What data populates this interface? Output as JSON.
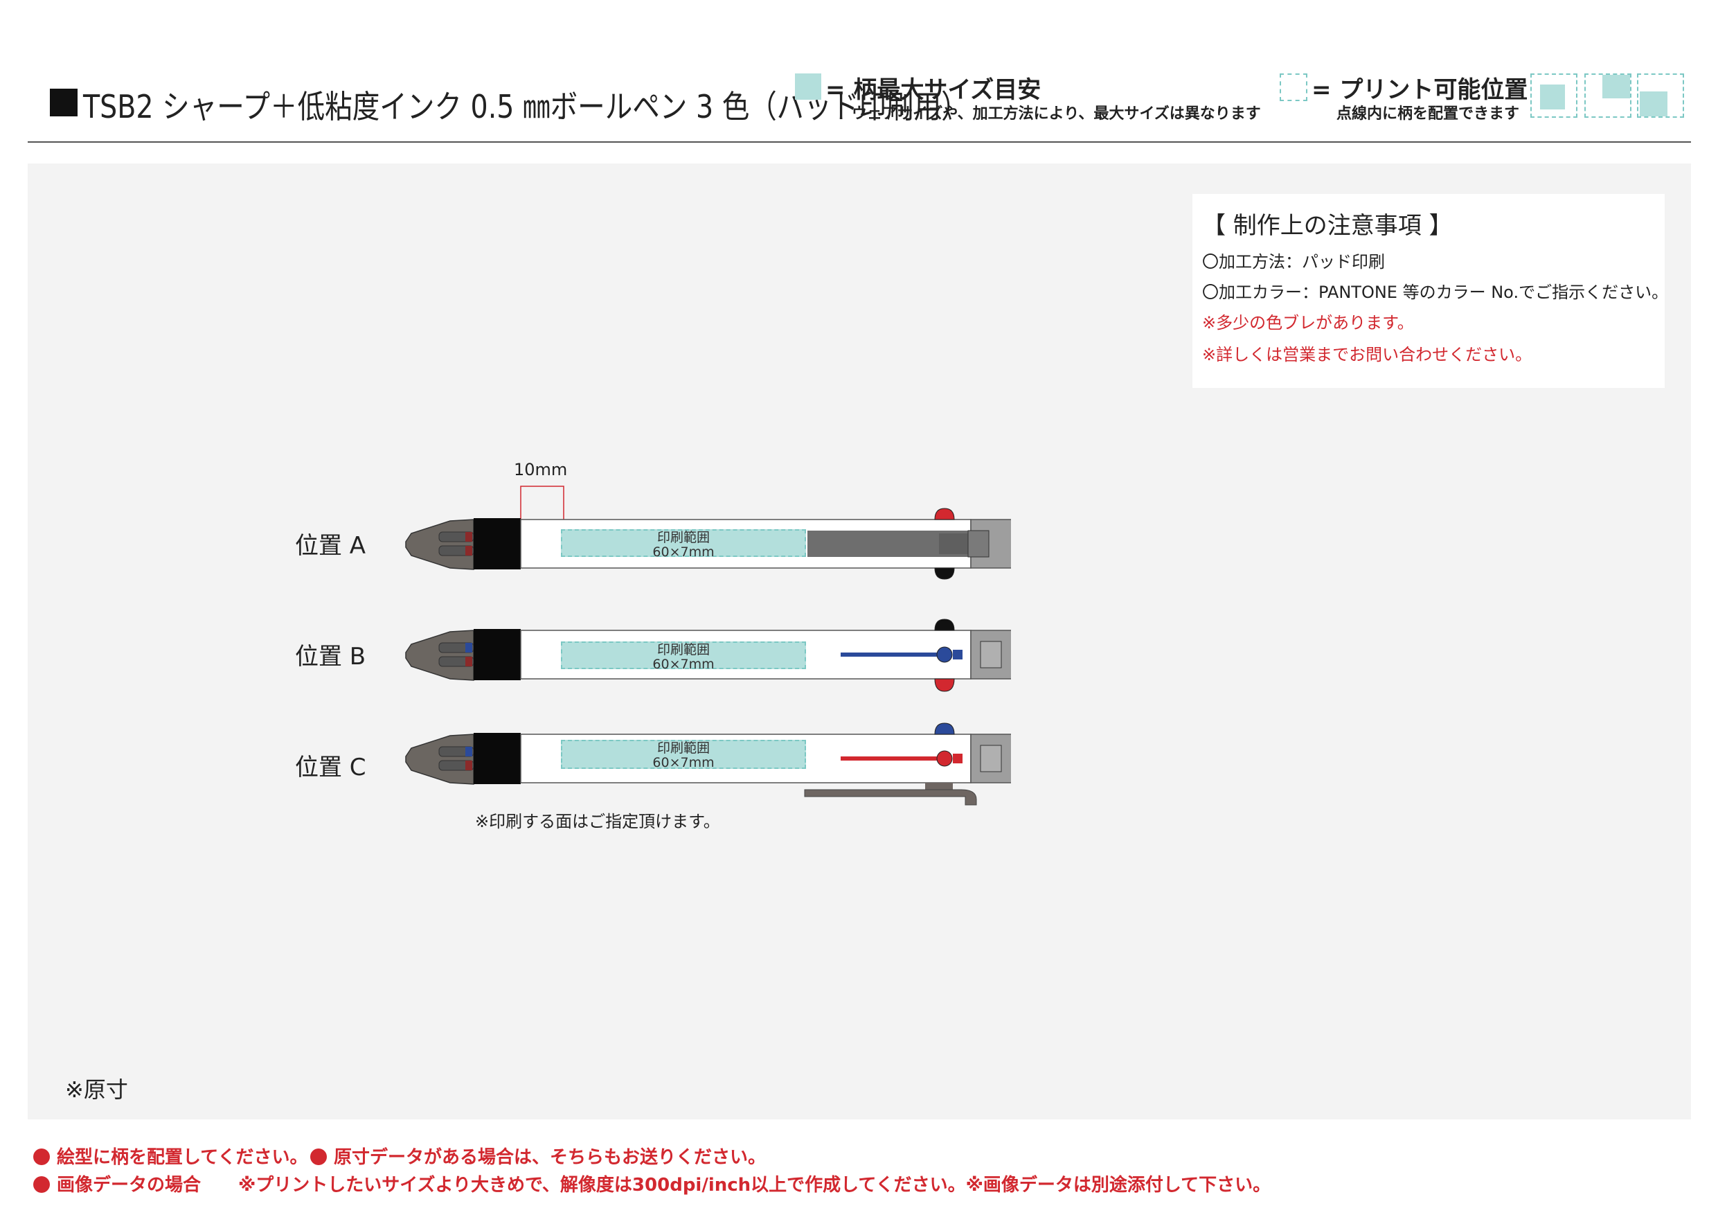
{
  "header": {
    "title": "TSB2 シャープ＋低粘度インク 0.5 ㎜ボールペン 3 色（パッド印刷用）",
    "legend_solid_label": "= 柄最大サイズ目安",
    "legend_solid_sub": "ウェアサイズや、加工方法により、最大サイズは異なります",
    "legend_dashed_label": "= プリント可能位置",
    "legend_dashed_sub": "点線内に柄を配置できます"
  },
  "notes": {
    "heading": "【 制作上の注意事項 】",
    "lines": [
      "〇加工方法：パッド印刷",
      "〇加工カラー：PANTONE 等のカラー No.でご指示ください。"
    ],
    "red_lines": [
      "※多少の色ブレがあります。",
      "※詳しくは営業までお問い合わせください。"
    ]
  },
  "diagram": {
    "dimension_label": "10mm",
    "positions": [
      {
        "label": "位置 A",
        "print_area_title": "印刷範囲",
        "print_area_size": "60×7mm"
      },
      {
        "label": "位置 B",
        "print_area_title": "印刷範囲",
        "print_area_size": "60×7mm"
      },
      {
        "label": "位置 C",
        "print_area_title": "印刷範囲",
        "print_area_size": "60×7mm"
      }
    ],
    "note": "※印刷する面はご指定頂けます。",
    "scale_note": "※原寸"
  },
  "footer": {
    "items": [
      "絵型に柄を配置してください。",
      "原寸データがある場合は、そちらもお送りください。",
      "画像データの場合"
    ],
    "image_data_note": "※プリントしたいサイズより大きめで、解像度は300dpi/inch以上で作成してください。※画像データは別途添付して下さい。"
  },
  "colors": {
    "print_area_fill": "#b3dfdc",
    "print_area_border": "#7cc8c4",
    "accent_red": "#d2282f",
    "clip_blue": "#2b4a9a",
    "clip_red": "#d2282f",
    "background_gray": "#f3f3f3"
  }
}
